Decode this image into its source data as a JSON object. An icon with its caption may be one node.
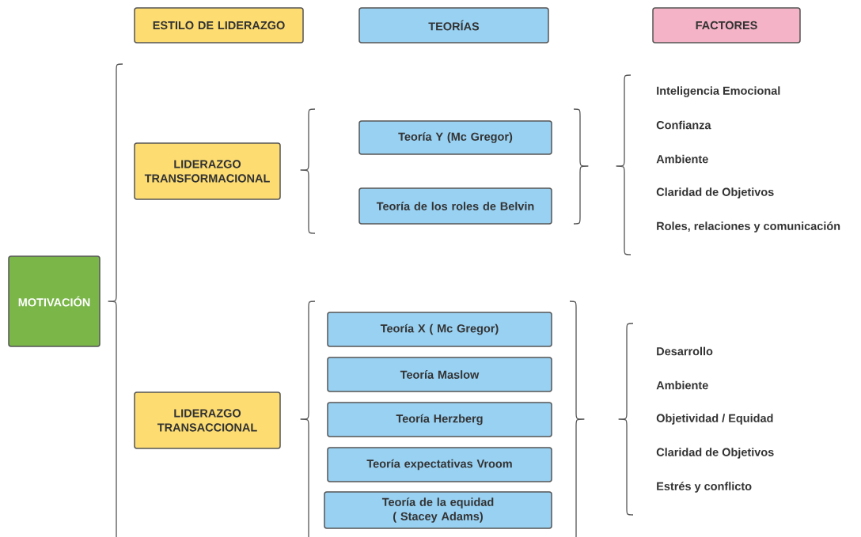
{
  "diagram": {
    "nodes": [
      {
        "text": [
          "ESTILO DE LIDERAZGO"
        ]
      },
      {
        "text": [
          "TEORÍAS"
        ]
      },
      {
        "text": [
          "FACTORES"
        ]
      },
      {
        "text": [
          "MOTIVACIÓN"
        ]
      },
      {
        "text": [
          "LIDERAZGO TRANSFORMACIONAL"
        ]
      },
      {
        "text": [
          "LIDERAZGO TRANSACCIONAL"
        ]
      },
      {
        "text": [
          "Teoría Y (Mc Gregor)"
        ]
      },
      {
        "text": [
          "Teoría de los roles de Belvin"
        ]
      },
      {
        "text": [
          "Teoría X ( Mc Gregor)"
        ]
      },
      {
        "text": [
          "Teoría Maslow"
        ]
      },
      {
        "text": [
          "Teoría Herzberg"
        ]
      },
      {
        "text": [
          "Teoría expectativas Vroom"
        ]
      },
      {
        "text": [
          "Teoría de la equidad ( Stacey Adams)"
        ]
      }
    ],
    "edges": [],
    "labels": [
      "Inteligencia Emocional",
      "Confianza",
      "Ambiente",
      "Claridad de Objetivos",
      "Roles, relaciones y comunicación",
      "Desarrollo",
      "Ambiente",
      "Objetividad / Equidad",
      "Claridad de Objetivos",
      "Estrés y conflicto"
    ]
  }
}
